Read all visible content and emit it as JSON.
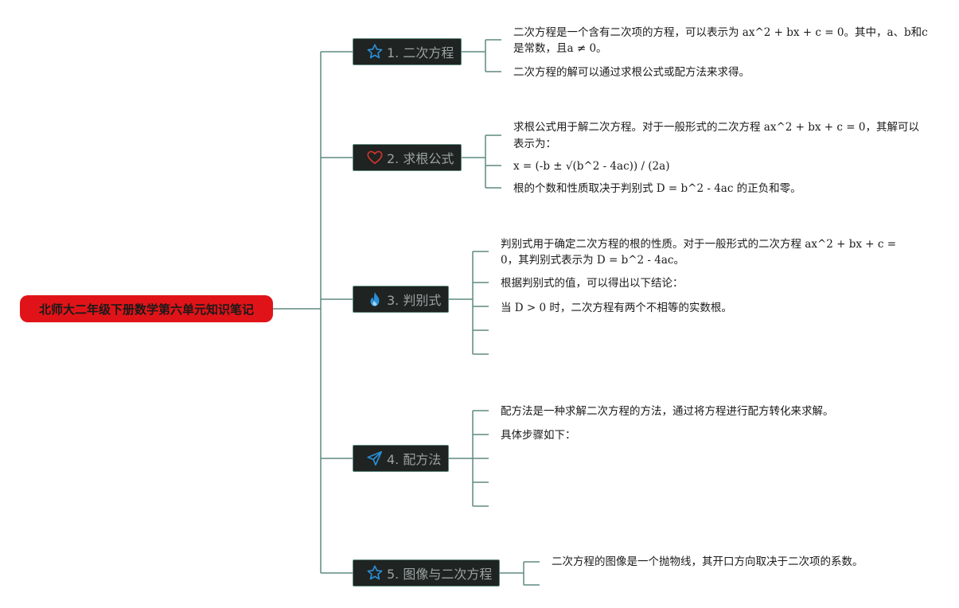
{
  "root": {
    "title": "北师大二年级下册数学第六单元知识笔记"
  },
  "topics": [
    {
      "label": "1. 二次方程",
      "icon": "star-icon",
      "leaves": [
        "二次方程是一个含有二次项的方程，可以表示为 ax^2 + bx + c = 0。其中，a、b和c",
        "是常数，且a ≠ 0。",
        "二次方程的解可以通过求根公式或配方法来求得。"
      ]
    },
    {
      "label": "2. 求根公式",
      "icon": "heart-icon",
      "leaves": [
        "求根公式用于解二次方程。对于一般形式的二次方程 ax^2 + bx + c = 0，其解可以",
        "表示为：",
        "x = (-b ± √(b^2 - 4ac)) / (2a)",
        "根的个数和性质取决于判别式 D = b^2 - 4ac 的正负和零。"
      ]
    },
    {
      "label": "3. 判别式",
      "icon": "flame-icon",
      "leaves": [
        "判别式用于确定二次方程的根的性质。对于一般形式的二次方程 ax^2 + bx + c =",
        "0，其判别式表示为 D = b^2 - 4ac。",
        "根据判别式的值，可以得出以下结论：",
        "当 D > 0 时，二次方程有两个不相等的实数根。"
      ]
    },
    {
      "label": "4. 配方法",
      "icon": "send-icon",
      "leaves": [
        "配方法是一种求解二次方程的方法，通过将方程进行配方转化来求解。",
        "具体步骤如下："
      ]
    },
    {
      "label": "5. 图像与二次方程",
      "icon": "star-icon",
      "leaves": [
        "二次方程的图像是一个抛物线，其开口方向取决于二次项的系数。"
      ]
    }
  ],
  "colors": {
    "root": "#e01418",
    "topic_bg": "#1f2322",
    "line": "#5f8a80",
    "icon_blue": "#2b8fd6",
    "icon_red": "#d0342c"
  }
}
